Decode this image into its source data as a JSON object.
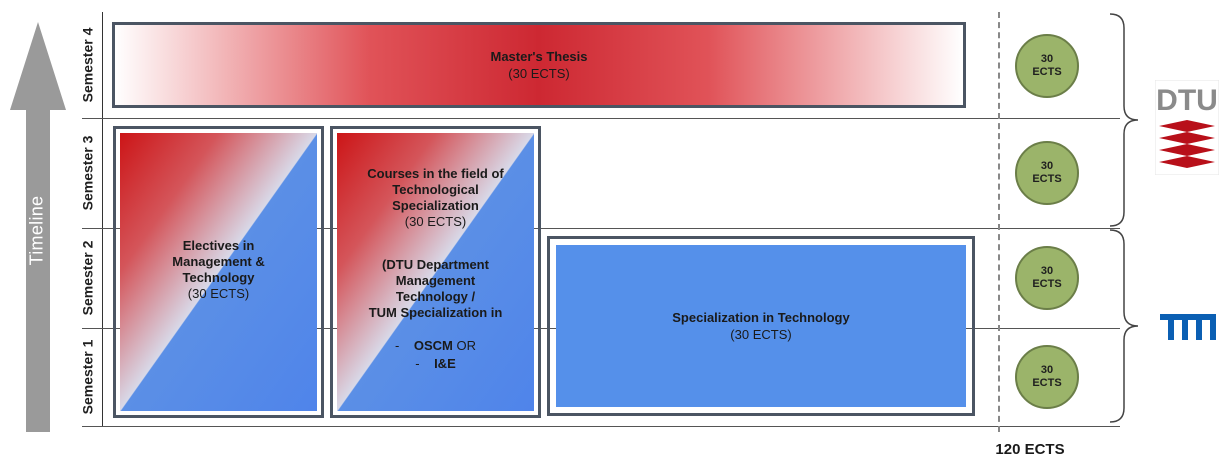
{
  "timeline": {
    "label": "Timeline"
  },
  "semesters": [
    {
      "label": "Semester 4"
    },
    {
      "label": "Semester 3"
    },
    {
      "label": "Semester 2"
    },
    {
      "label": "Semester 1"
    }
  ],
  "thesis": {
    "title": "Master's Thesis",
    "credits": "(30 ECTS)"
  },
  "electives": {
    "title_lines": [
      "Electives in",
      "Management &",
      "Technology"
    ],
    "credits": "(30 ECTS)"
  },
  "courses": {
    "title_lines": [
      "Courses in the field of",
      "Technological",
      "Specialization"
    ],
    "credits": "(30 ECTS)",
    "detail_lines": [
      "(DTU Department",
      "Management",
      "Technology /",
      "TUM Specialization in"
    ],
    "options": [
      {
        "prefix": "-",
        "name": "OSCM",
        "suffix": "OR"
      },
      {
        "prefix": "-",
        "name": "I&E",
        "suffix": ""
      }
    ]
  },
  "specialization": {
    "title": "Specialization in Technology",
    "credits": "(30 ECTS)"
  },
  "ects_circles": [
    {
      "value": "30",
      "unit": "ECTS"
    },
    {
      "value": "30",
      "unit": "ECTS"
    },
    {
      "value": "30",
      "unit": "ECTS"
    },
    {
      "value": "30",
      "unit": "ECTS"
    }
  ],
  "total": {
    "label": "120 ECTS"
  },
  "logos": {
    "dtu": "DTU",
    "tum": "TUM"
  },
  "colors": {
    "red": "#cc1517",
    "blue": "#5590ea",
    "circle": "#9bb46a",
    "border": "#4b5563",
    "arrow": "#9a9a9a"
  }
}
